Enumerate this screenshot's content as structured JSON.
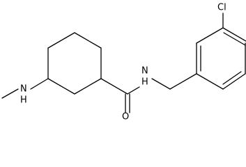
{
  "molecule": {
    "atom_labels": {
      "chlorine": "Cl",
      "amide_nitrogen": "N",
      "amide_hydrogen": "H",
      "amine_nitrogen": "N",
      "amine_hydrogen": "H",
      "carbonyl_oxygen": "O"
    },
    "colors": {
      "bond": "#000000",
      "text": "#000000",
      "background": "#ffffff"
    }
  }
}
